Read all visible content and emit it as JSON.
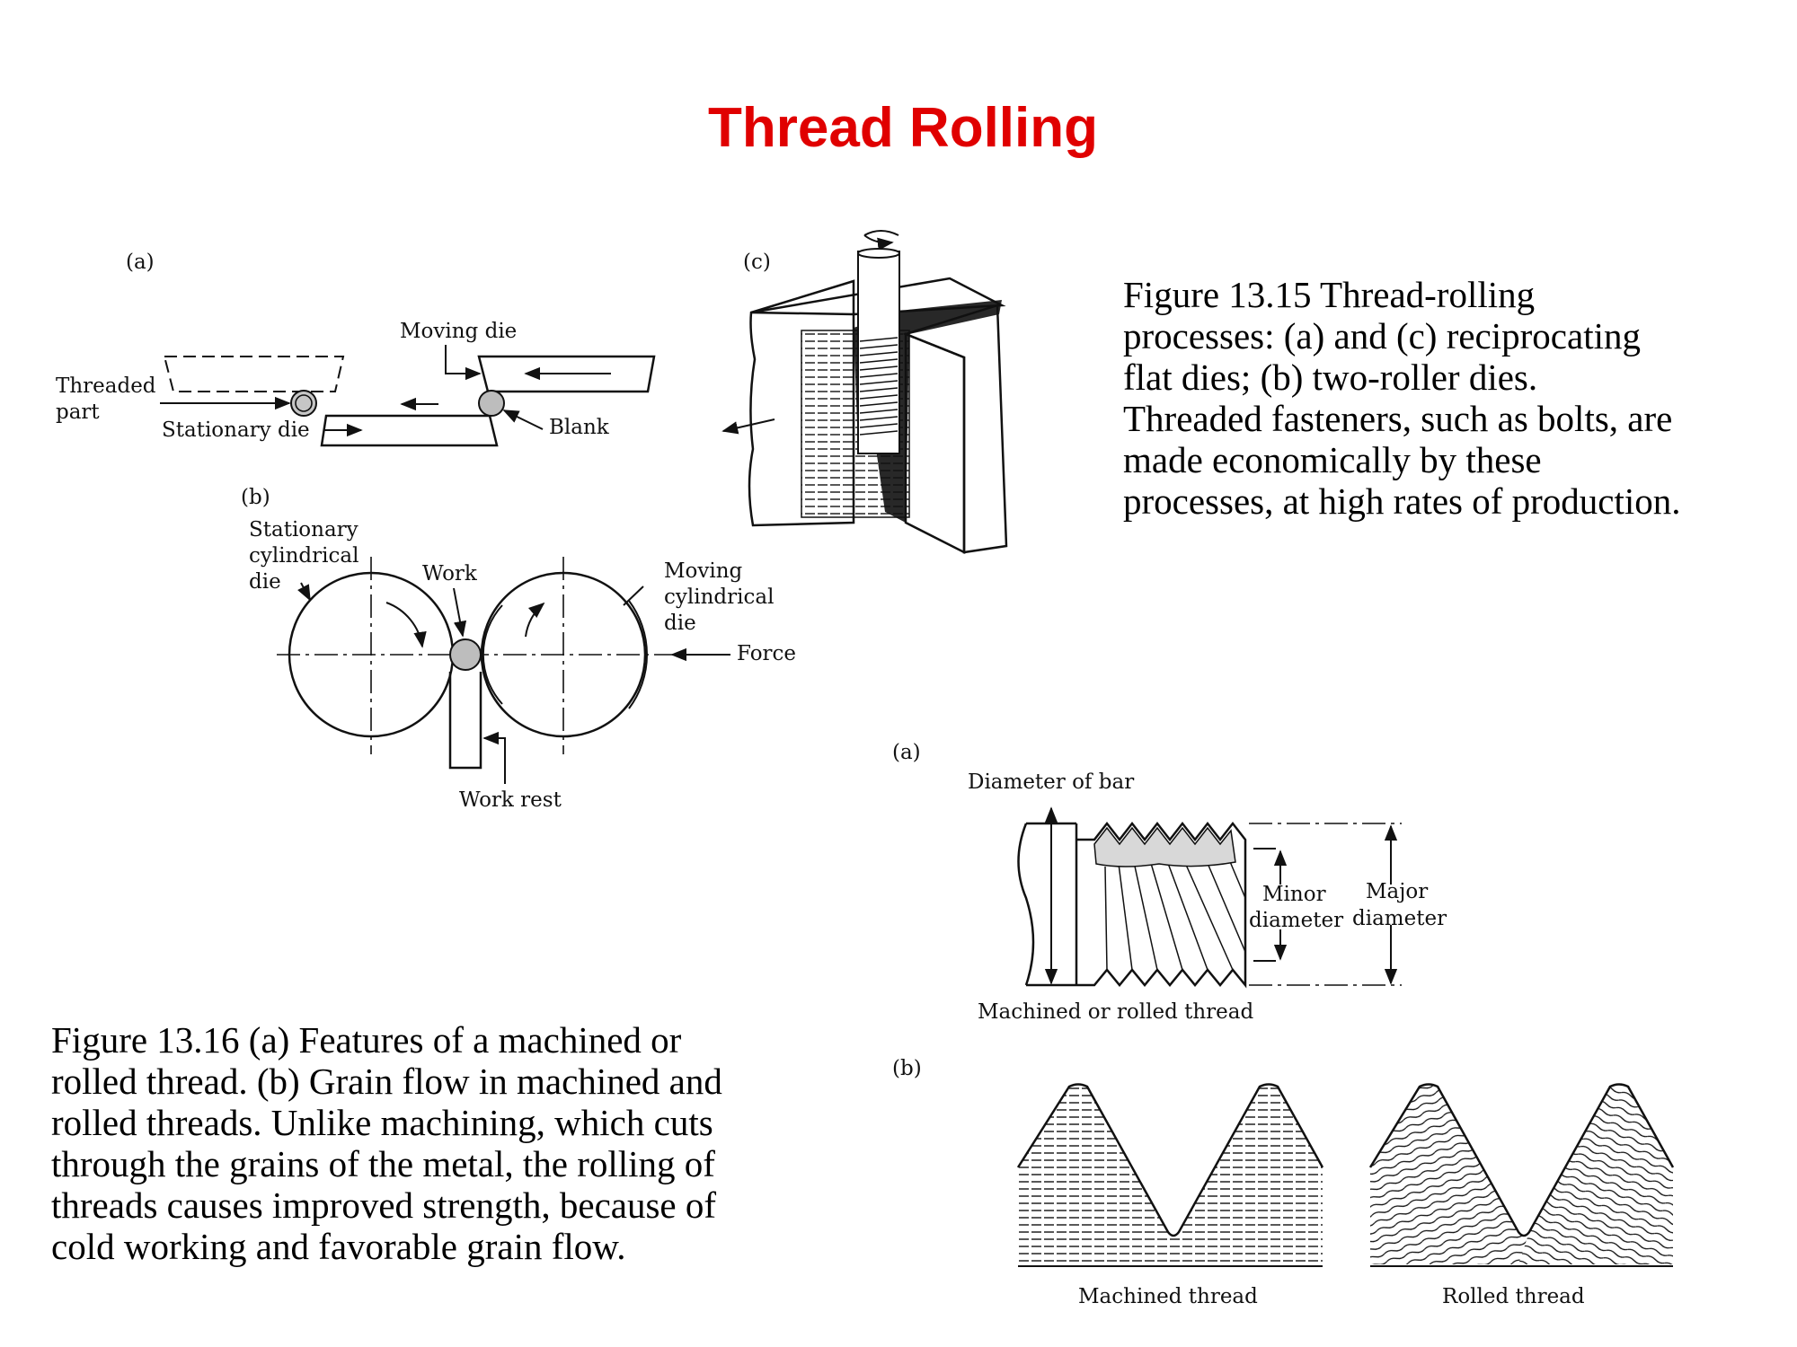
{
  "title": {
    "text": "Thread Rolling",
    "color": "#e00000"
  },
  "figure_13_15": {
    "caption_lines": [
      "Figure 13.15 Thread-rolling",
      "processes: (a) and (c) reciprocating",
      "flat dies; (b) two-roller dies.",
      "Threaded fasteners, such as bolts, are",
      "made economically by these",
      "processes, at high rates of production."
    ],
    "panel_a": {
      "tag": "(a)",
      "labels": {
        "moving_die": "Moving   die",
        "threaded": "Threaded",
        "part": "part",
        "stationary_die": "Stationary   die",
        "blank": "Blank"
      }
    },
    "panel_b": {
      "tag": "(b)",
      "labels": {
        "stationary_1": "Stationary",
        "stationary_2": "cylindrical",
        "stationary_3": "die",
        "work": "Work",
        "moving_1": "Moving",
        "moving_2": "cylindrical",
        "moving_3": "die",
        "force": "Force",
        "work_rest": "Work   rest"
      }
    },
    "panel_c": {
      "tag": "(c)"
    }
  },
  "figure_13_16": {
    "caption_lines": [
      "Figure 13.16  (a) Features of a machined or",
      "rolled thread.  (b) Grain flow in machined and",
      "rolled threads.  Unlike machining, which cuts",
      "through the grains of the metal, the rolling of",
      "threads causes improved strength, because of",
      "cold working and favorable grain flow."
    ],
    "panel_a": {
      "tag": "(a)",
      "labels": {
        "diameter_of_bar": "Diameter   of   bar",
        "minor_1": "Minor",
        "minor_2": "diameter",
        "major_1": "Major",
        "major_2": "diameter",
        "caption": "Machined   or   rolled   thread"
      }
    },
    "panel_b": {
      "tag": "(b)",
      "labels": {
        "machined": "Machined   thread",
        "rolled": "Rolled   thread"
      }
    }
  }
}
